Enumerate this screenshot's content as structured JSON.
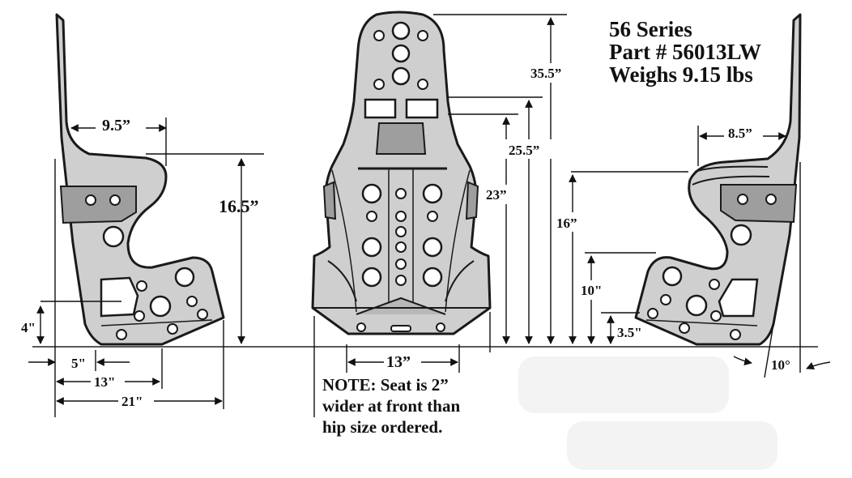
{
  "info": {
    "series": "56 Series",
    "part": "Part # 56013LW",
    "weight": "Weighs 9.15 lbs"
  },
  "note": {
    "line1": "NOTE:  Seat is 2”",
    "line2": "wider at front than",
    "line3": "hip size ordered."
  },
  "dimensions": {
    "left_view": {
      "back_depth": "9.5”",
      "shoulder_height": "16.5”",
      "seat_base_height": "4\"",
      "front_offset": "5\"",
      "seat_depth": "13\"",
      "overall_depth": "21\""
    },
    "front_view": {
      "overall_height": "35.5”",
      "shoulder_slot_height": "25.5”",
      "belt_slot_height": "23”",
      "base_width": "13”"
    },
    "right_view": {
      "thigh_depth": "8.5”",
      "side_support_height": "16”",
      "hip_height": "10\"",
      "base_height": "3.5\"",
      "recline_angle": "10°"
    }
  },
  "colors": {
    "seat_fill": "#cfcfcf",
    "outline": "#1a1a1a",
    "background": "#ffffff"
  }
}
